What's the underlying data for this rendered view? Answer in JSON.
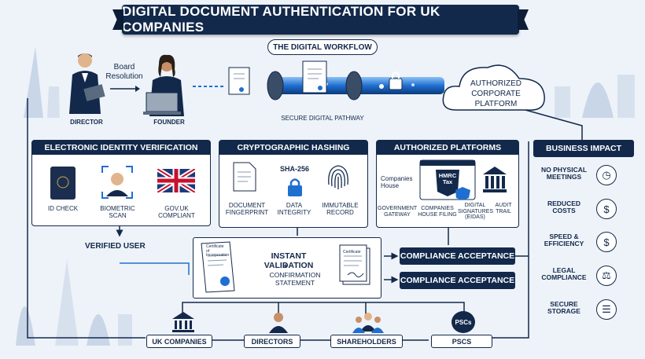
{
  "title": "DIGITAL DOCUMENT AUTHENTICATION FOR UK COMPANIES",
  "workflow_label": "THE DIGITAL WORKFLOW",
  "top": {
    "director": "DIRECTOR",
    "founder": "FOUNDER",
    "board_resolution": "Board Resolution",
    "pathway": "SECURE DIGITAL PATHWAY",
    "platform": "AUTHORIZED CORPORATE PLATFORM"
  },
  "panels": {
    "identity": {
      "title": "ELECTRONIC IDENTITY VERIFICATION",
      "items": [
        "ID CHECK",
        "BIOMETRIC SCAN",
        "GOV.UK COMPLIANT"
      ]
    },
    "hashing": {
      "title": "CRYPTOGRAPHIC HASHING",
      "sha": "SHA-256",
      "items": [
        "DOCUMENT FINGERPRINT",
        "DATA INTEGRITY",
        "IMMUTABLE RECORD"
      ]
    },
    "platforms": {
      "title": "AUTHORIZED PLATFORMS",
      "companies_house_logo": "Companies House",
      "hmrc_logo": "HMRC Tax",
      "items": [
        "GOVERNMENT GATEWAY",
        "COMPANIES HOUSE FILING",
        "DIGITAL SIGNATURES (eIDAS)",
        "AUDIT TRAIL"
      ]
    },
    "impact": {
      "title": "BUSINESS IMPACT",
      "items": [
        "NO PHYSICAL MEETINGS",
        "REDUCED COSTS",
        "SPEED & EFFICIENCY",
        "LEGAL COMPLIANCE",
        "SECURE STORAGE"
      ],
      "icons": [
        "clock-icon",
        "coins-icon",
        "speed-icon",
        "gavel-icon",
        "server-icon"
      ]
    }
  },
  "middle": {
    "verified_user": "VERIFIED USER",
    "instant_validation": "INSTANT VALIDATION",
    "plus": "+",
    "confirmation": "CONFIRMATION STATEMENT",
    "acceptance_1": "COMPLIANCE ACCEPTANCE",
    "acceptance_2": "COMPLIANCE ACCEPTANCE",
    "doc_label_1": "Certificate of Incorporation",
    "doc_label_2": "Certificate"
  },
  "bottom": {
    "items": [
      "UK COMPANIES",
      "DIRECTORS",
      "SHAREHOLDERS",
      "PSCs"
    ],
    "pscs_badge": "PSCs"
  },
  "colors": {
    "navy": "#13294b",
    "blue": "#1f6fd1",
    "sky": "#eef3f9"
  }
}
